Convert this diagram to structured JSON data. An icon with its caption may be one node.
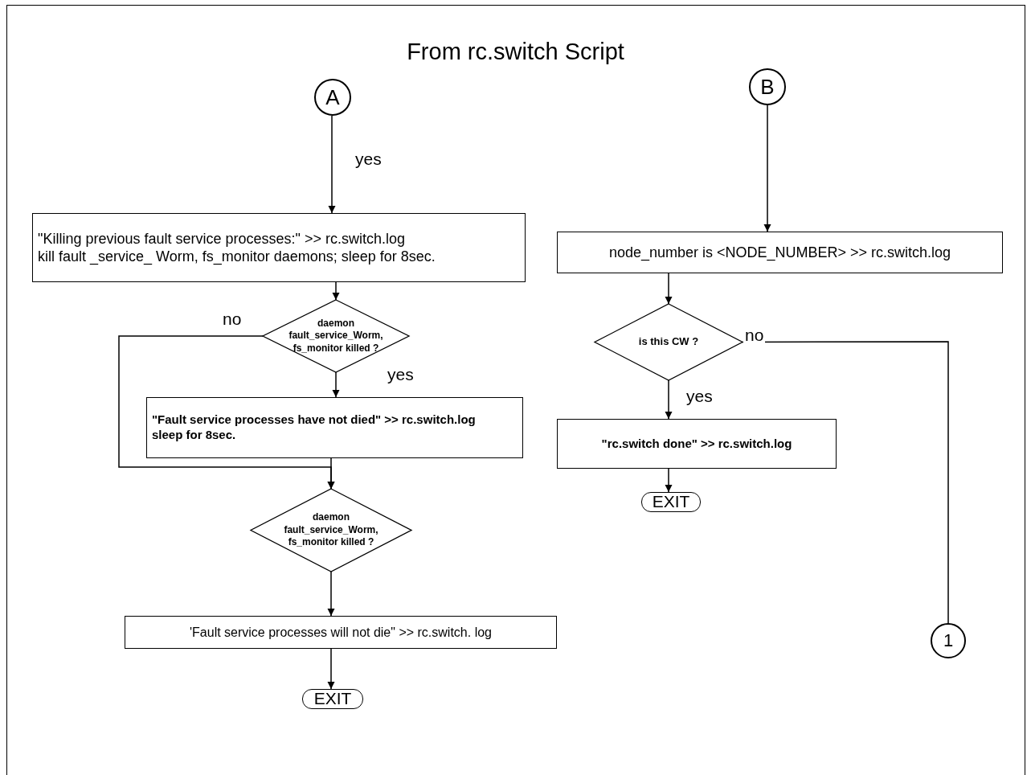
{
  "diagram": {
    "title": "From rc.switch Script",
    "nodes": [
      {
        "text": [
          "A"
        ]
      },
      {
        "text": [
          "B"
        ]
      },
      {
        "text": [
          "\"Killing previous fault service  processes:\" >> rc.switch.log",
          "kill fault _service_ Worm, fs_monitor daemons; sleep for 8sec."
        ]
      },
      {
        "text": [
          "node_number is <NODE_NUMBER>  >> rc.switch.log"
        ]
      },
      {
        "text": [
          "daemon fault_service_Worm, fs_monitor killed ?"
        ]
      },
      {
        "text": [
          "is this CW  ?"
        ]
      },
      {
        "text": [
          "\"Fault service processes have not died\" >> rc.switch.log",
          "sleep for 8sec."
        ]
      },
      {
        "text": [
          "\"rc.switch done\" >> rc.switch.log"
        ]
      },
      {
        "text": [
          "EXIT"
        ]
      },
      {
        "text": [
          "daemon fault_service_Worm, fs_monitor killed ?"
        ]
      },
      {
        "text": [
          "'Fault service processes will not die\" >> rc.switch. log"
        ]
      },
      {
        "text": [
          "EXIT"
        ]
      },
      {
        "text": [
          "1"
        ]
      }
    ],
    "edges": [
      {
        "from": 0,
        "to": 2,
        "arrow": "to",
        "label": "yes"
      },
      {
        "from": 1,
        "to": 3,
        "arrow": "to"
      },
      {
        "from": 2,
        "to": 4,
        "arrow": "to"
      },
      {
        "from": 4,
        "to": 6,
        "arrow": "to",
        "label": "yes"
      },
      {
        "from": 4,
        "to": 9,
        "arrow": "to",
        "label": "no"
      },
      {
        "from": 6,
        "to": 9,
        "arrow": "to"
      },
      {
        "from": 9,
        "to": 10,
        "arrow": "to"
      },
      {
        "from": 10,
        "to": 11,
        "arrow": "to"
      },
      {
        "from": 3,
        "to": 5,
        "arrow": "to"
      },
      {
        "from": 5,
        "to": 7,
        "arrow": "to",
        "label": "yes"
      },
      {
        "from": 7,
        "to": 8,
        "arrow": "to"
      },
      {
        "from": 5,
        "to": 12,
        "arrow": "none",
        "label": "no"
      }
    ]
  }
}
